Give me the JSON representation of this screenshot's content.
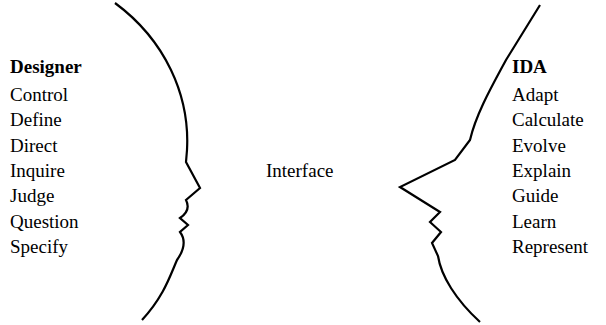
{
  "diagram": {
    "labels": [
      "Designer",
      "Control",
      "Define",
      "Direct",
      "Inquire",
      "Judge",
      "Question",
      "Specify",
      "Interface",
      "IDA",
      "Adapt",
      "Calculate",
      "Evolve",
      "Explain",
      "Guide",
      "Learn",
      "Represent"
    ]
  }
}
